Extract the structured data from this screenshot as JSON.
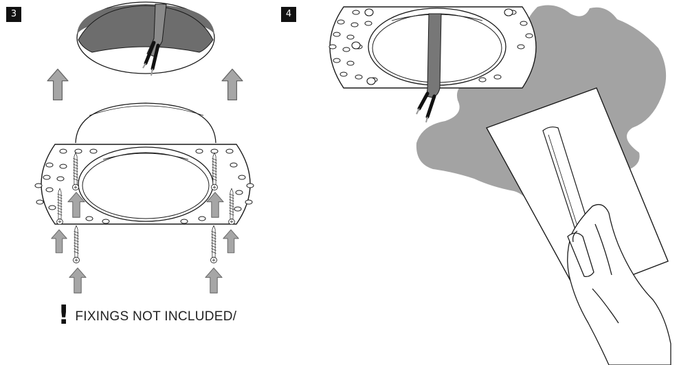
{
  "steps": [
    {
      "number": "3"
    },
    {
      "number": "4"
    }
  ],
  "warning": {
    "mark": "!",
    "text": "FIXINGS NOT INCLUDED/"
  },
  "colors": {
    "outline": "#1a1a1a",
    "arrow_fill": "#a6a6a6",
    "arrow_stroke": "#666666",
    "plaster_fill": "#a3a3a3",
    "cable_fill": "#777777",
    "ceiling_hole_fill": "#6d6d6d",
    "badge_fill": "#111111"
  },
  "icons": [
    "up-arrow-icon",
    "screw-icon",
    "warning-icon"
  ]
}
